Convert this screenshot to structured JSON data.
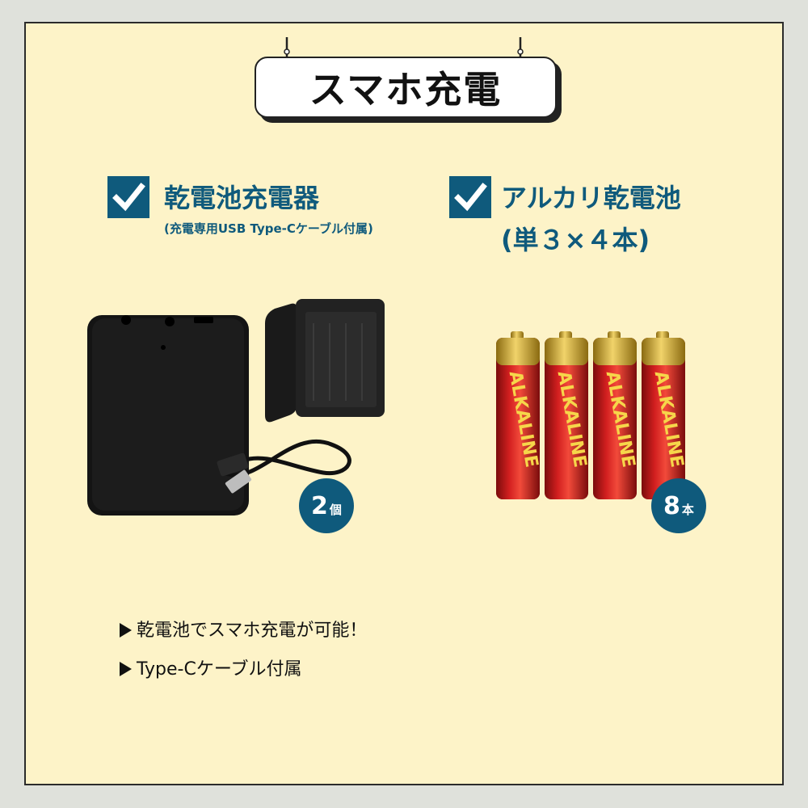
{
  "header": {
    "title": "スマホ充電"
  },
  "items": [
    {
      "title": "乾電池充電器",
      "subtitle": "(充電専用USB Type-Cケーブル付属)",
      "count": "2",
      "count_unit": "個"
    },
    {
      "title": "アルカリ乾電池",
      "subtitle": "(単３×４本)",
      "count": "8",
      "count_unit": "本"
    }
  ],
  "features": [
    "乾電池でスマホ充電が可能！",
    "Type-Cケーブル付属"
  ],
  "battery_label": "ALKALINE",
  "colors": {
    "accent": "#0f5a7c",
    "background": "#fdf3c8",
    "outer": "#dfe1db"
  }
}
